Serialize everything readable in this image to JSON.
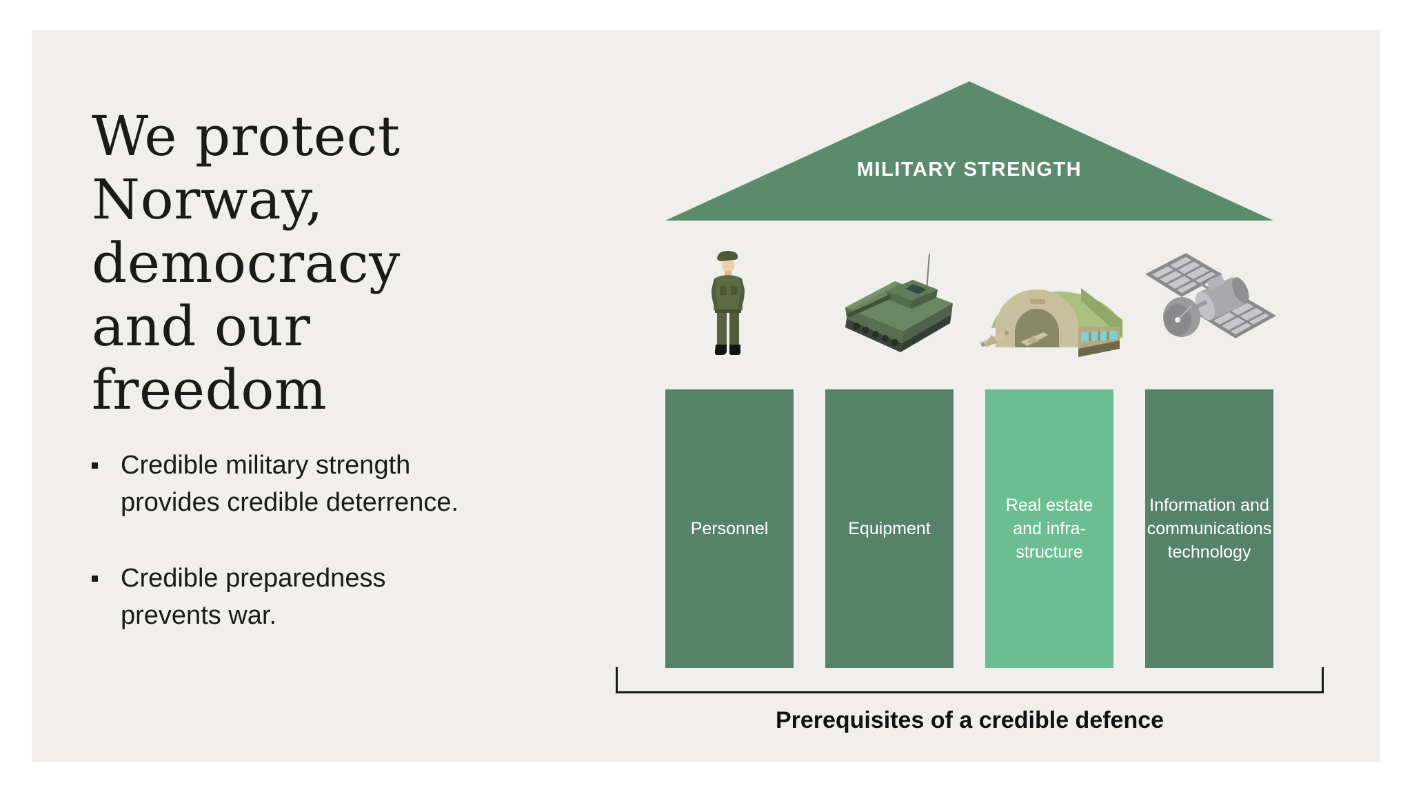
{
  "slide": {
    "heading": "We protect\nNorway,\ndemocracy\nand our\nfreedom",
    "bullets": [
      {
        "text": "Credible military strength\nprovides credible deterrence."
      },
      {
        "text": "Credible preparedness\nprevents war."
      }
    ],
    "diagram": {
      "roof_label": "MILITARY STRENGTH",
      "pillars": [
        {
          "label": "Personnel",
          "icon": "soldier-icon",
          "highlighted": false
        },
        {
          "label": "Equipment",
          "icon": "armored-vehicle-icon",
          "highlighted": false
        },
        {
          "label": "Real estate\nand infra-\nstructure",
          "icon": "hangar-icon",
          "highlighted": true
        },
        {
          "label": "Information and\ncommunications\ntechnology",
          "icon": "satellite-icon",
          "highlighted": false
        }
      ],
      "caption": "Prerequisites of a credible defence"
    },
    "colors": {
      "slide_background": "#f0efec",
      "page_background": "#ffffff",
      "roof_green": "#5c8a6c",
      "pillar_green": "#57826a",
      "pillar_highlight_green": "#6bbe92",
      "text_dark": "#1a1a1a",
      "text_white": "#ffffff"
    }
  }
}
